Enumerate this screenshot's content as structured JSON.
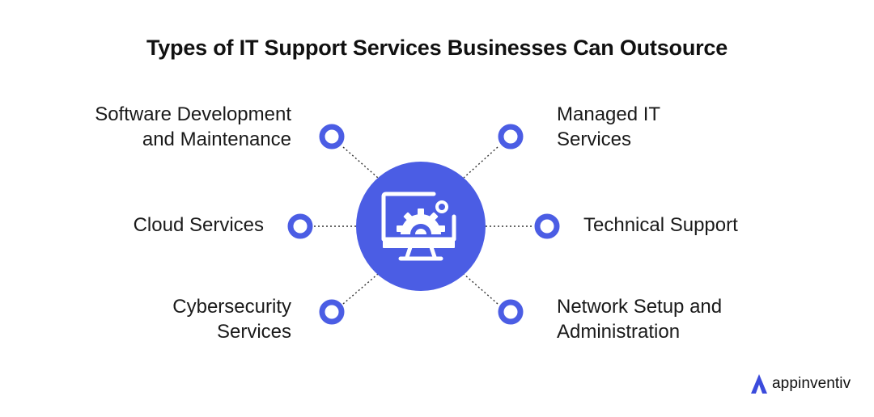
{
  "title": "Types of IT Support Services Businesses Can Outsource",
  "center": {
    "icon": "monitor-gear-icon"
  },
  "nodes": {
    "software_dev": {
      "lines": [
        "Software Development",
        "and Maintenance"
      ]
    },
    "managed_it": {
      "lines": [
        "Managed IT",
        "Services"
      ]
    },
    "cloud": {
      "lines": [
        "Cloud Services"
      ]
    },
    "technical_support": {
      "lines": [
        "Technical Support"
      ]
    },
    "cybersecurity": {
      "lines": [
        "Cybersecurity",
        "Services"
      ]
    },
    "network": {
      "lines": [
        "Network Setup and",
        "Administration"
      ]
    }
  },
  "brand": {
    "name": "appinventiv",
    "icon": "appinventiv-logo-icon"
  },
  "colors": {
    "accent": "#4b5de4",
    "text": "#111111",
    "connector": "#333333",
    "background": "#ffffff"
  }
}
